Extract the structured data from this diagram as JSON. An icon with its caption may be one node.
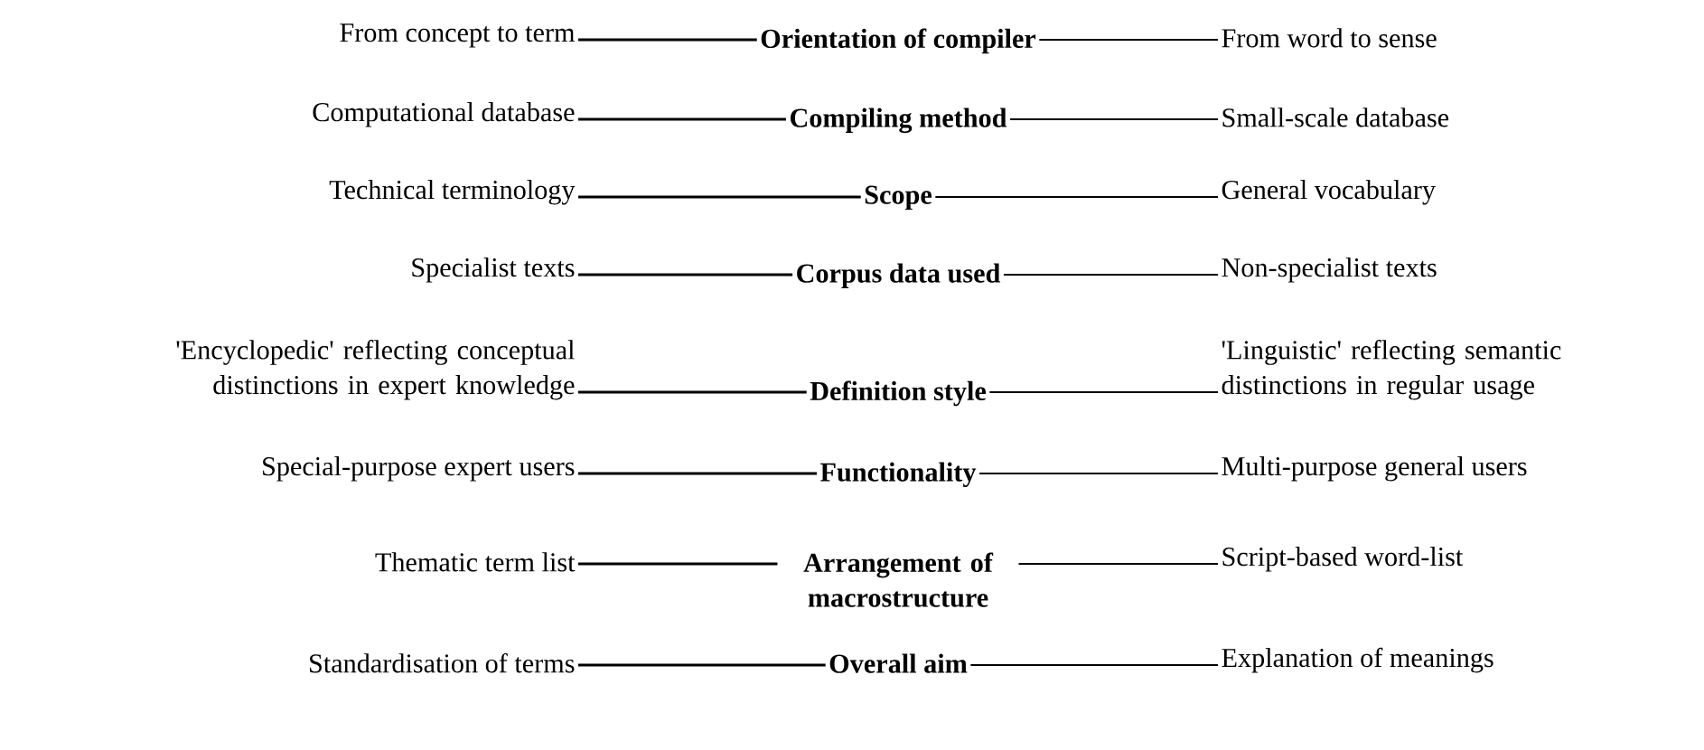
{
  "diagram": {
    "nodes": [
      {
        "text": [
          "From concept to term"
        ]
      },
      {
        "text": [
          "Orientation of compiler"
        ]
      },
      {
        "text": [
          "From word to sense"
        ]
      },
      {
        "text": [
          "Computational database"
        ]
      },
      {
        "text": [
          "Compiling method"
        ]
      },
      {
        "text": [
          "Small-scale database"
        ]
      },
      {
        "text": [
          "Technical terminology"
        ]
      },
      {
        "text": [
          "Scope"
        ]
      },
      {
        "text": [
          "General vocabulary"
        ]
      },
      {
        "text": [
          "Specialist texts"
        ]
      },
      {
        "text": [
          "Corpus data used"
        ]
      },
      {
        "text": [
          "Non-specialist texts"
        ]
      },
      {
        "text": [
          "'Encyclopedic' reflecting conceptual distinctions in expert knowledge"
        ]
      },
      {
        "text": [
          "Definition style"
        ]
      },
      {
        "text": [
          "'Linguistic' reflecting semantic distinctions in regular usage"
        ]
      },
      {
        "text": [
          "Special-purpose expert users"
        ]
      },
      {
        "text": [
          "Functionality"
        ]
      },
      {
        "text": [
          "Multi-purpose general users"
        ]
      },
      {
        "text": [
          "Thematic term list"
        ]
      },
      {
        "text": [
          "Arrangement of macrostructure"
        ]
      },
      {
        "text": [
          "Script-based word-list"
        ]
      },
      {
        "text": [
          "Standardisation of terms"
        ]
      },
      {
        "text": [
          "Overall aim"
        ]
      },
      {
        "text": [
          "Explanation of meanings"
        ]
      }
    ],
    "edges": [
      {
        "from": 0,
        "to": 1,
        "arrow": "none"
      },
      {
        "from": 1,
        "to": 2,
        "arrow": "none"
      },
      {
        "from": 3,
        "to": 4,
        "arrow": "none"
      },
      {
        "from": 4,
        "to": 5,
        "arrow": "none"
      },
      {
        "from": 6,
        "to": 7,
        "arrow": "none"
      },
      {
        "from": 7,
        "to": 8,
        "arrow": "none"
      },
      {
        "from": 9,
        "to": 10,
        "arrow": "none"
      },
      {
        "from": 10,
        "to": 11,
        "arrow": "none"
      },
      {
        "from": 12,
        "to": 13,
        "arrow": "none"
      },
      {
        "from": 13,
        "to": 14,
        "arrow": "none"
      },
      {
        "from": 15,
        "to": 16,
        "arrow": "none"
      },
      {
        "from": 16,
        "to": 17,
        "arrow": "none"
      },
      {
        "from": 18,
        "to": 19,
        "arrow": "none"
      },
      {
        "from": 19,
        "to": 20,
        "arrow": "none"
      },
      {
        "from": 21,
        "to": 22,
        "arrow": "none"
      },
      {
        "from": 22,
        "to": 23,
        "arrow": "none"
      }
    ]
  }
}
